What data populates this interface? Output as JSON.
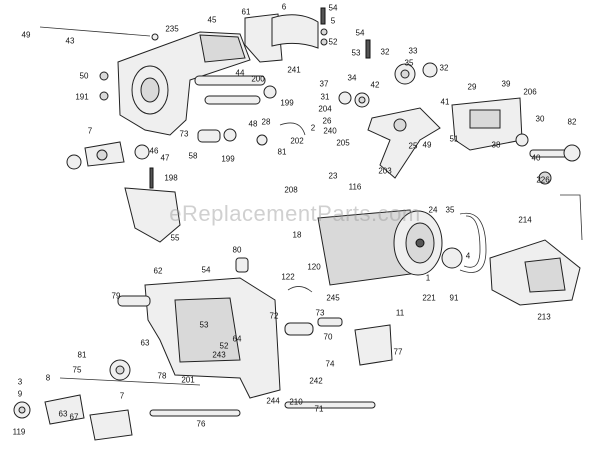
{
  "watermark": "eReplacementParts.com",
  "callouts": [
    "49",
    "43",
    "45",
    "61",
    "6",
    "5",
    "54",
    "52",
    "53",
    "235",
    "54",
    "50",
    "191",
    "44",
    "200",
    "241",
    "35",
    "33",
    "32",
    "37",
    "34",
    "42",
    "39",
    "29",
    "206",
    "31",
    "204",
    "32",
    "199",
    "48",
    "28",
    "26",
    "240",
    "2",
    "205",
    "25",
    "41",
    "73",
    "7",
    "46",
    "47",
    "58",
    "199",
    "81",
    "202",
    "30",
    "82",
    "51",
    "49",
    "38",
    "40",
    "226",
    "198",
    "203",
    "208",
    "23",
    "116",
    "24",
    "35",
    "18",
    "214",
    "55",
    "80",
    "54",
    "120",
    "122",
    "245",
    "221",
    "91",
    "4",
    "1",
    "62",
    "213",
    "79",
    "73",
    "72",
    "53",
    "64",
    "52",
    "70",
    "74",
    "63",
    "243",
    "81",
    "201",
    "77",
    "3",
    "8",
    "75",
    "78",
    "7",
    "67",
    "244",
    "210",
    "242",
    "71",
    "119",
    "63",
    "76",
    "9",
    "11"
  ]
}
